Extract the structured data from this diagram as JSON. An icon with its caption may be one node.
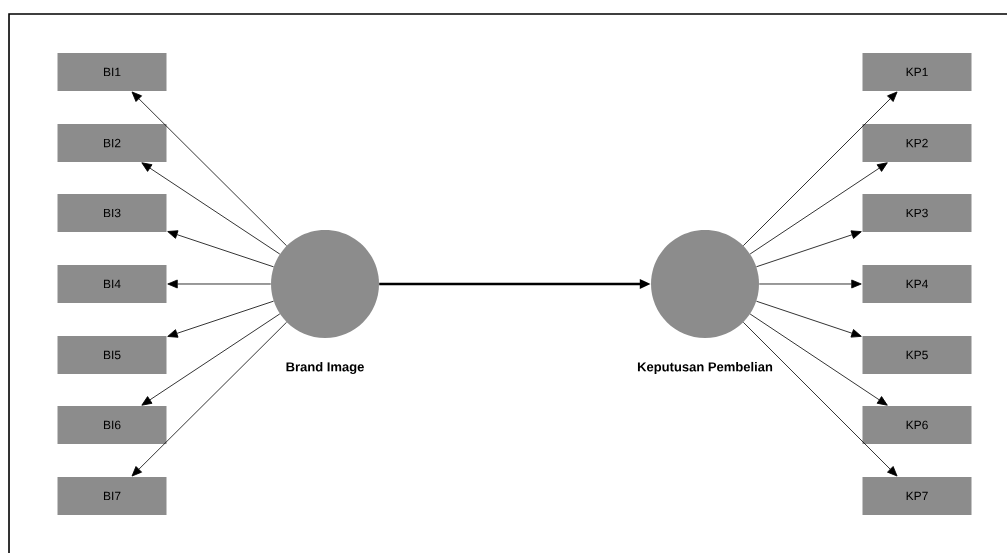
{
  "diagram": {
    "nodes": [
      {
        "text": [
          "Brand Image"
        ]
      },
      {
        "text": [
          "Keputusan Pembelian"
        ]
      },
      {
        "text": [
          "BI1"
        ]
      },
      {
        "text": [
          "BI2"
        ]
      },
      {
        "text": [
          "BI3"
        ]
      },
      {
        "text": [
          "BI4"
        ]
      },
      {
        "text": [
          "BI5"
        ]
      },
      {
        "text": [
          "BI6"
        ]
      },
      {
        "text": [
          "BI7"
        ]
      },
      {
        "text": [
          "KP1"
        ]
      },
      {
        "text": [
          "KP2"
        ]
      },
      {
        "text": [
          "KP3"
        ]
      },
      {
        "text": [
          "KP4"
        ]
      },
      {
        "text": [
          "KP5"
        ]
      },
      {
        "text": [
          "KP6"
        ]
      },
      {
        "text": [
          "KP7"
        ]
      }
    ],
    "edges": [
      {
        "from": 0,
        "to": 1,
        "arrow": "to",
        "style": "thick"
      },
      {
        "from": 0,
        "to": 2,
        "arrow": "to"
      },
      {
        "from": 0,
        "to": 3,
        "arrow": "to"
      },
      {
        "from": 0,
        "to": 4,
        "arrow": "to"
      },
      {
        "from": 0,
        "to": 5,
        "arrow": "to"
      },
      {
        "from": 0,
        "to": 6,
        "arrow": "to"
      },
      {
        "from": 0,
        "to": 7,
        "arrow": "to"
      },
      {
        "from": 0,
        "to": 8,
        "arrow": "to"
      },
      {
        "from": 1,
        "to": 9,
        "arrow": "to"
      },
      {
        "from": 1,
        "to": 10,
        "arrow": "to"
      },
      {
        "from": 1,
        "to": 11,
        "arrow": "to"
      },
      {
        "from": 1,
        "to": 12,
        "arrow": "to"
      },
      {
        "from": 1,
        "to": 13,
        "arrow": "to"
      },
      {
        "from": 1,
        "to": 14,
        "arrow": "to"
      },
      {
        "from": 1,
        "to": 15,
        "arrow": "to"
      }
    ]
  }
}
